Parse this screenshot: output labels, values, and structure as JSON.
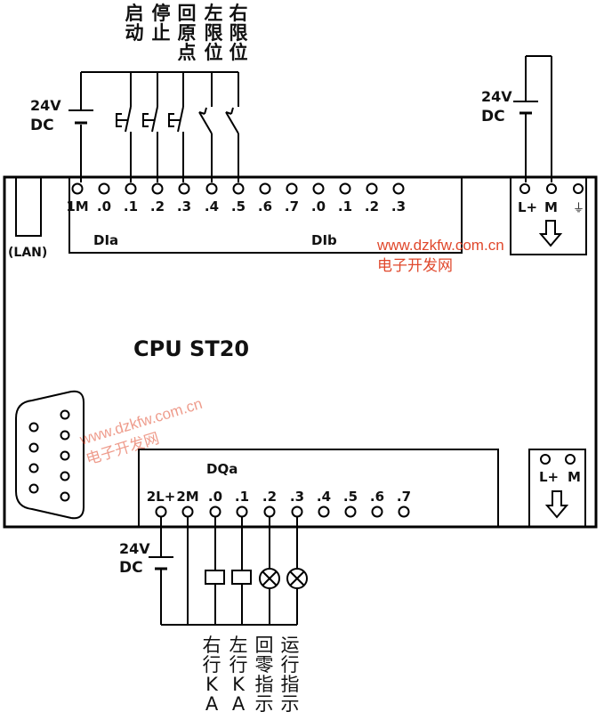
{
  "title": "CPU  ST20",
  "lan_label": "(LAN)",
  "input_block_a": "DIa",
  "input_block_b": "DIb",
  "output_block": "DQa",
  "supply_labels": {
    "input_v": "24V",
    "input_dc": "DC",
    "power_v": "24V",
    "power_dc": "DC",
    "output_v": "24V",
    "output_dc": "DC"
  },
  "input_terminals": [
    "1M",
    ".0",
    ".1",
    ".2",
    ".3",
    ".4",
    ".5",
    ".6",
    ".7",
    ".0",
    ".1",
    ".2",
    ".3"
  ],
  "output_terminals": [
    "2L+",
    "2M",
    ".0",
    ".1",
    ".2",
    ".3",
    ".4",
    ".5",
    ".6",
    ".7"
  ],
  "power_terminals": {
    "lplus": "L+",
    "m": "M",
    "ground": "⏚"
  },
  "sensor_power": {
    "lplus": "L+",
    "m": "M"
  },
  "input_devices": [
    {
      "name": "启动",
      "chars": [
        "启",
        "动"
      ]
    },
    {
      "name": "停止",
      "chars": [
        "停",
        "止"
      ]
    },
    {
      "name": "回原点",
      "chars": [
        "回",
        "原",
        "点"
      ]
    },
    {
      "name": "左限位",
      "chars": [
        "左",
        "限",
        "位"
      ]
    },
    {
      "name": "右限位",
      "chars": [
        "右",
        "限",
        "位"
      ]
    }
  ],
  "output_devices": [
    {
      "name": "右行KA",
      "chars": [
        "右",
        "行",
        "K",
        "A"
      ]
    },
    {
      "name": "左行KA",
      "chars": [
        "左",
        "行",
        "K",
        "A"
      ]
    },
    {
      "name": "回零指示",
      "chars": [
        "回",
        "零",
        "指",
        "示"
      ]
    },
    {
      "name": "运行指示",
      "chars": [
        "运",
        "行",
        "指",
        "示"
      ]
    }
  ],
  "watermark": {
    "url": "www.dzkfw.com.cn",
    "cn": "电子开发网",
    "color": "#e0482c"
  }
}
